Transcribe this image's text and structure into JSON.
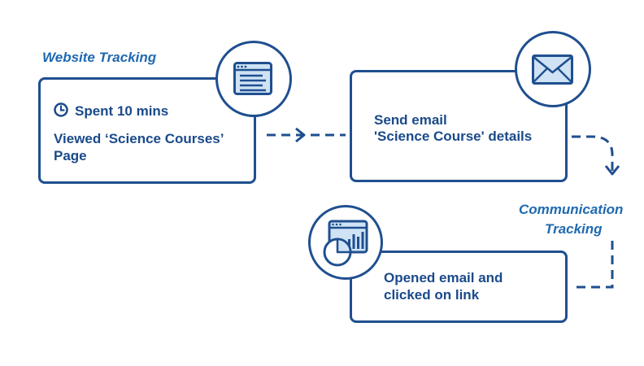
{
  "website_tracking": {
    "label": "Website Tracking",
    "time_text": "Spent 10 mins",
    "viewed_line1": "Viewed ‘Science Courses’",
    "viewed_line2": "Page"
  },
  "send_email": {
    "line1": "Send email",
    "line2": "'Science Course' details"
  },
  "communication_tracking": {
    "line1": "Communication",
    "line2": "Tracking"
  },
  "opened_email": {
    "line1": "Opened email and",
    "line2": "clicked on link"
  },
  "icons": [
    "webpage-icon",
    "envelope-icon",
    "analytics-dashboard-icon",
    "clock-icon"
  ],
  "colors": {
    "dark_blue": "#1f4f8f",
    "light_blue": "#cfe3f5",
    "label_blue": "#1f69b1"
  }
}
